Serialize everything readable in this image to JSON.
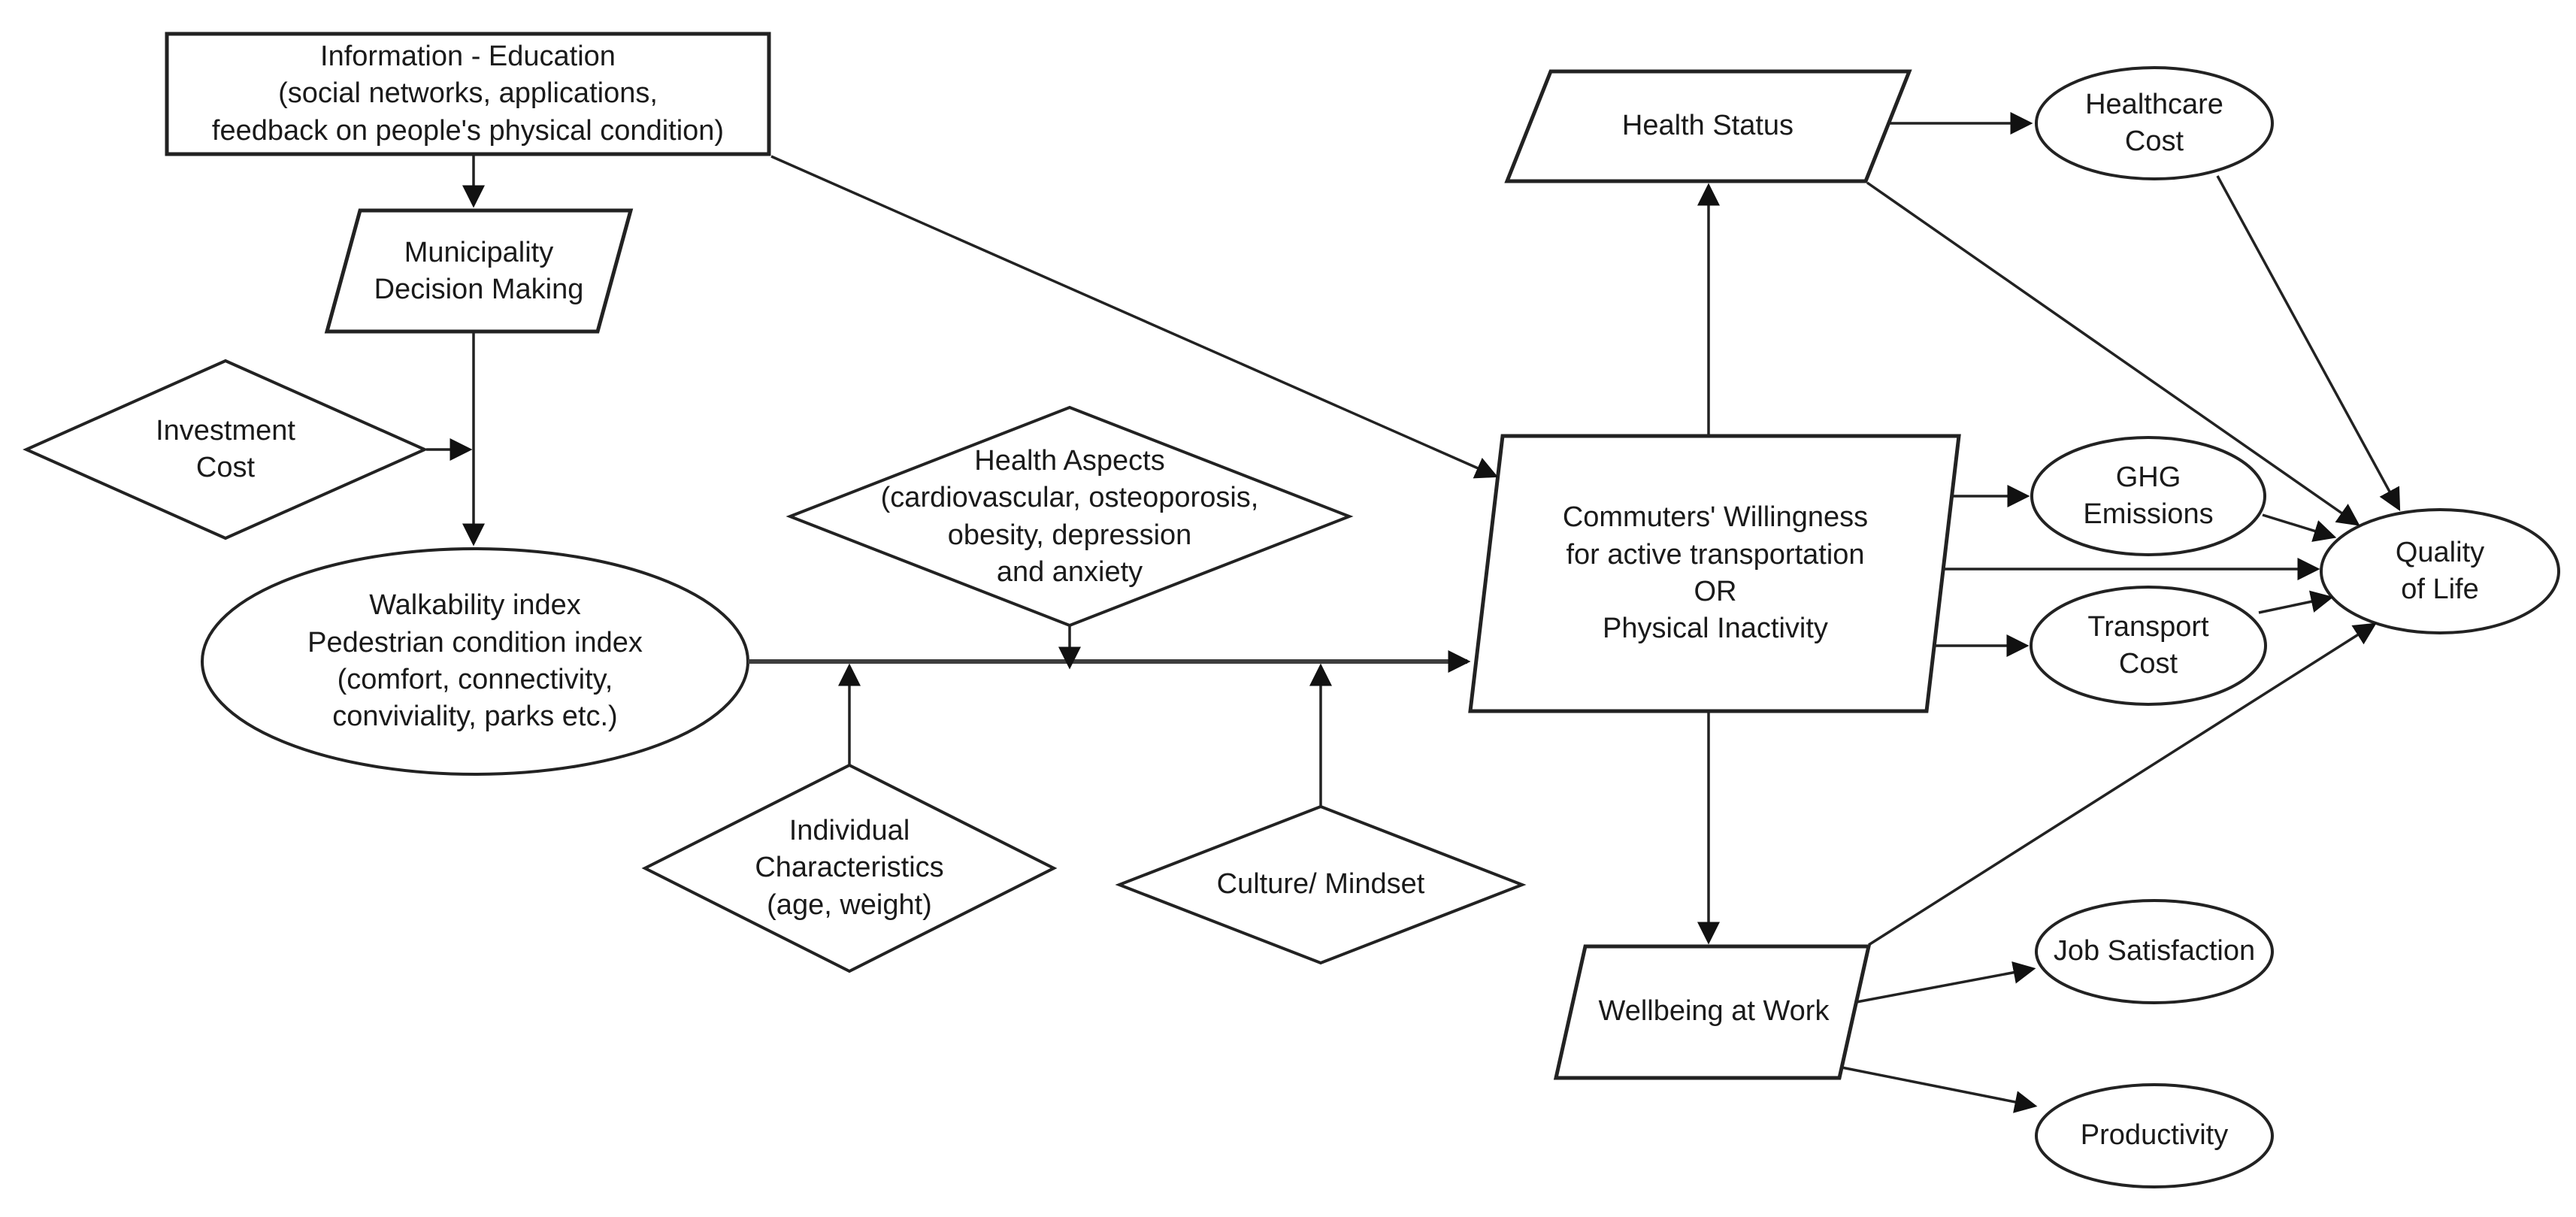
{
  "figure_type": "flowchart",
  "colors": {
    "stroke": "#222222",
    "text": "#1a1a1a",
    "background": "#ffffff"
  },
  "nodes": {
    "info_education": {
      "shape": "rectangle",
      "label": "Information - Education\n(social networks, applications,\nfeedback on people's physical condition)"
    },
    "municipality": {
      "shape": "parallelogram",
      "label": "Municipality\nDecision Making"
    },
    "investment_cost": {
      "shape": "diamond",
      "label": "Investment\nCost"
    },
    "walkability": {
      "shape": "ellipse",
      "label": "Walkability index\nPedestrian condition index\n(comfort, connectivity,\nconviviality, parks etc.)"
    },
    "health_aspects": {
      "shape": "diamond",
      "label": "Health Aspects\n(cardiovascular, osteoporosis,\nobesity, depression\nand anxiety"
    },
    "individual_characteristics": {
      "shape": "diamond",
      "label": "Individual\nCharacteristics\n(age, weight)"
    },
    "culture_mindset": {
      "shape": "diamond",
      "label": "Culture/ Mindset"
    },
    "commuters_willingness": {
      "shape": "parallelogram",
      "label": "Commuters' Willingness\nfor active transportation\nOR\nPhysical Inactivity"
    },
    "health_status": {
      "shape": "parallelogram",
      "label": "Health Status"
    },
    "healthcare_cost": {
      "shape": "ellipse",
      "label": "Healthcare\nCost"
    },
    "ghg_emissions": {
      "shape": "ellipse",
      "label": "GHG\nEmissions"
    },
    "transport_cost": {
      "shape": "ellipse",
      "label": "Transport\nCost"
    },
    "quality_of_life": {
      "shape": "ellipse",
      "label": "Quality\nof Life"
    },
    "wellbeing_at_work": {
      "shape": "parallelogram",
      "label": "Wellbeing at Work"
    },
    "job_satisfaction": {
      "shape": "ellipse",
      "label": "Job Satisfaction"
    },
    "productivity": {
      "shape": "ellipse",
      "label": "Productivity"
    }
  },
  "edges": [
    {
      "from": "info_education",
      "to": "municipality"
    },
    {
      "from": "info_education",
      "to": "commuters_willingness"
    },
    {
      "from": "municipality",
      "to": "walkability"
    },
    {
      "from": "investment_cost",
      "to": "municipality_walkability_link"
    },
    {
      "from": "walkability",
      "to": "commuters_willingness"
    },
    {
      "from": "health_aspects",
      "to": "walkability_commuters_link"
    },
    {
      "from": "individual_characteristics",
      "to": "walkability_commuters_link"
    },
    {
      "from": "culture_mindset",
      "to": "walkability_commuters_link"
    },
    {
      "from": "commuters_willingness",
      "to": "health_status"
    },
    {
      "from": "commuters_willingness",
      "to": "ghg_emissions"
    },
    {
      "from": "commuters_willingness",
      "to": "quality_of_life"
    },
    {
      "from": "commuters_willingness",
      "to": "transport_cost"
    },
    {
      "from": "commuters_willingness",
      "to": "wellbeing_at_work"
    },
    {
      "from": "health_status",
      "to": "healthcare_cost"
    },
    {
      "from": "health_status",
      "to": "quality_of_life"
    },
    {
      "from": "healthcare_cost",
      "to": "quality_of_life"
    },
    {
      "from": "ghg_emissions",
      "to": "quality_of_life"
    },
    {
      "from": "transport_cost",
      "to": "quality_of_life"
    },
    {
      "from": "wellbeing_at_work",
      "to": "job_satisfaction"
    },
    {
      "from": "wellbeing_at_work",
      "to": "productivity"
    },
    {
      "from": "wellbeing_at_work",
      "to": "quality_of_life"
    }
  ]
}
